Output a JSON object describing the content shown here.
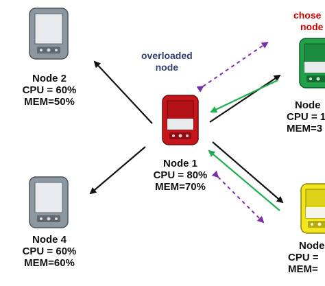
{
  "colors": {
    "black_arrow": "#111111",
    "green_arrow": "#1fae4f",
    "purple_arrow": "#7b2fa8",
    "overloaded_text": "#2f3f73",
    "chosen_text": "#cc0000",
    "device_gray": "#8d97a0",
    "device_red": "#c8151c",
    "device_green": "#23a14a",
    "device_yellow": "#f1e61d"
  },
  "annotations": {
    "overloaded": [
      "overloaded",
      "node"
    ],
    "chosen": [
      "chose",
      "node"
    ]
  },
  "nodes": {
    "node1": {
      "name": "Node 1",
      "cpu": "CPU = 80%",
      "mem": "MEM=70%",
      "icon": "pda-device-red"
    },
    "node2": {
      "name": "Node 2",
      "cpu": "CPU = 60%",
      "mem": "MEM=50%",
      "icon": "pda-device-gray"
    },
    "node3": {
      "name": "Node",
      "cpu": "CPU = 1",
      "mem": "MEM=3",
      "icon": "pda-device-green"
    },
    "node4": {
      "name": "Node 4",
      "cpu": "CPU = 60%",
      "mem": "MEM=60%",
      "icon": "pda-device-gray"
    },
    "node5": {
      "name": "Node",
      "cpu": "CPU =",
      "mem": "MEM=",
      "icon": "pda-device-yellow"
    }
  }
}
